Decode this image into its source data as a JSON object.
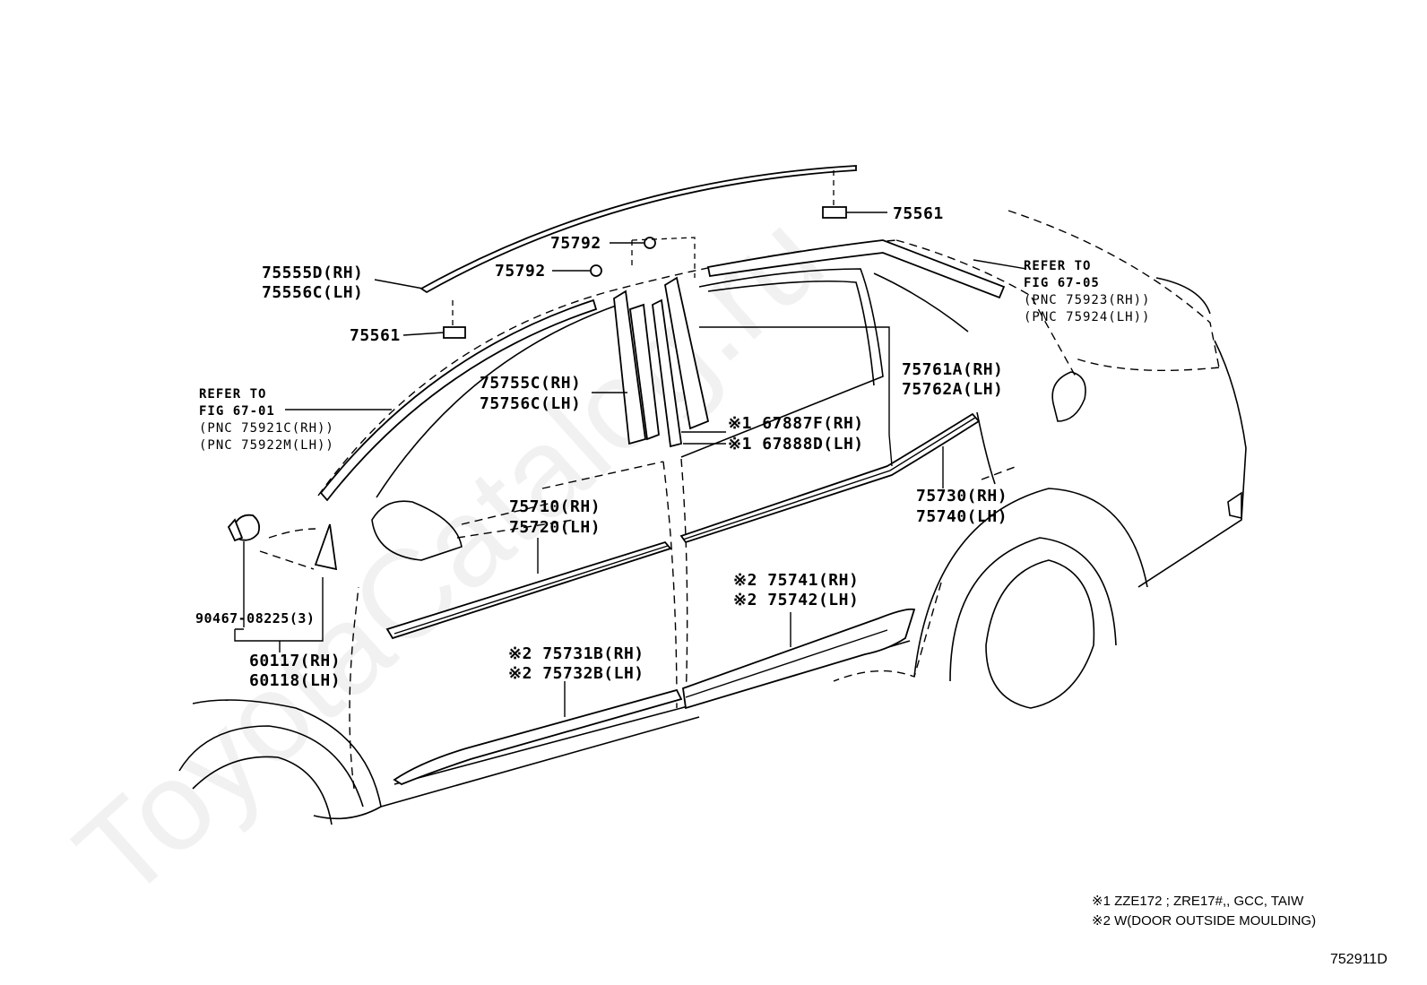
{
  "watermark": "ToyotaCatalog.ru",
  "diagram_code": "752911D",
  "labels": {
    "p75561_top": "75561",
    "p75561_left": "75561",
    "p75792_a": "75792",
    "p75792_b": "75792",
    "p75555d": "75555D(RH)",
    "p75556c": "75556C(LH)",
    "p75755c": "75755C(RH)",
    "p75756c": "75756C(LH)",
    "p67887f": "※1 67887F(RH)",
    "p67888d": "※1 67888D(LH)",
    "p75761a": "75761A(RH)",
    "p75762a": "75762A(LH)",
    "p75710": "75710(RH)",
    "p75720": "75720(LH)",
    "p75730": "75730(RH)",
    "p75740": "75740(LH)",
    "p75741": "※2 75741(RH)",
    "p75742": "※2 75742(LH)",
    "p75731b": "※2 75731B(RH)",
    "p75732b": "※2 75732B(LH)",
    "p90467": "90467-08225(3)",
    "p60117": "60117(RH)",
    "p60118": "60118(LH)"
  },
  "refs": {
    "right": [
      "REFER TO",
      "FIG 67-05",
      "(PNC 75923(RH))",
      "(PNC 75924(LH))"
    ],
    "left": [
      "REFER TO",
      "FIG 67-01",
      "(PNC 75921C(RH))",
      "(PNC 75922M(LH))"
    ]
  },
  "notes": [
    "※1 ZZE172 ; ZRE17#,, GCC, TAIW",
    "※2 W(DOOR OUTSIDE MOULDING)"
  ]
}
